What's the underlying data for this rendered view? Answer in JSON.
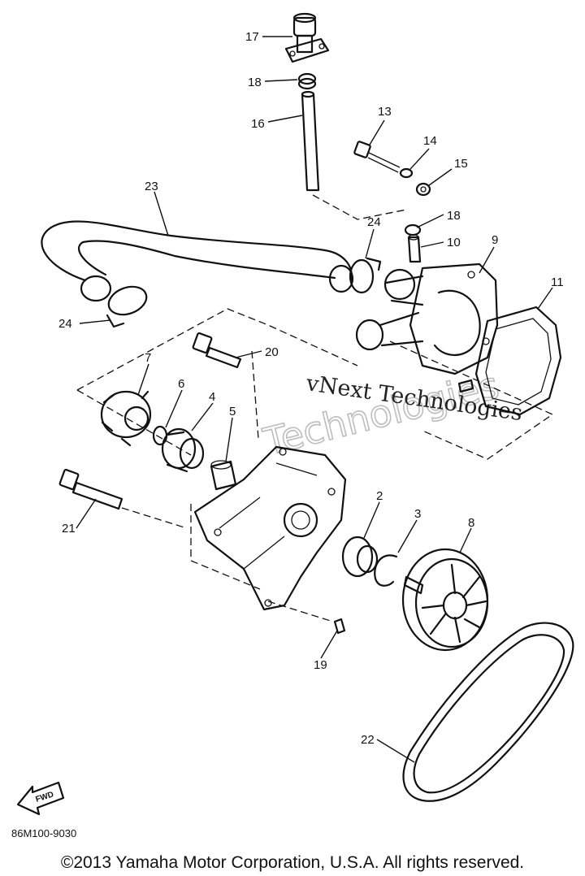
{
  "diagram": {
    "callouts": [
      "17",
      "18",
      "16",
      "13",
      "14",
      "15",
      "23",
      "18",
      "10",
      "24",
      "9",
      "11",
      "24",
      "20",
      "7",
      "6",
      "4",
      "5",
      "21",
      "2",
      "3",
      "8",
      "19",
      "22"
    ],
    "fwd_label": "FWD",
    "code": "86M100-9030",
    "watermark_line1": "vNext Technologies",
    "watermark_line2": "Technologies"
  },
  "footer": {
    "copyright": "©2013 Yamaha Motor Corporation, U.S.A. All rights reserved."
  }
}
